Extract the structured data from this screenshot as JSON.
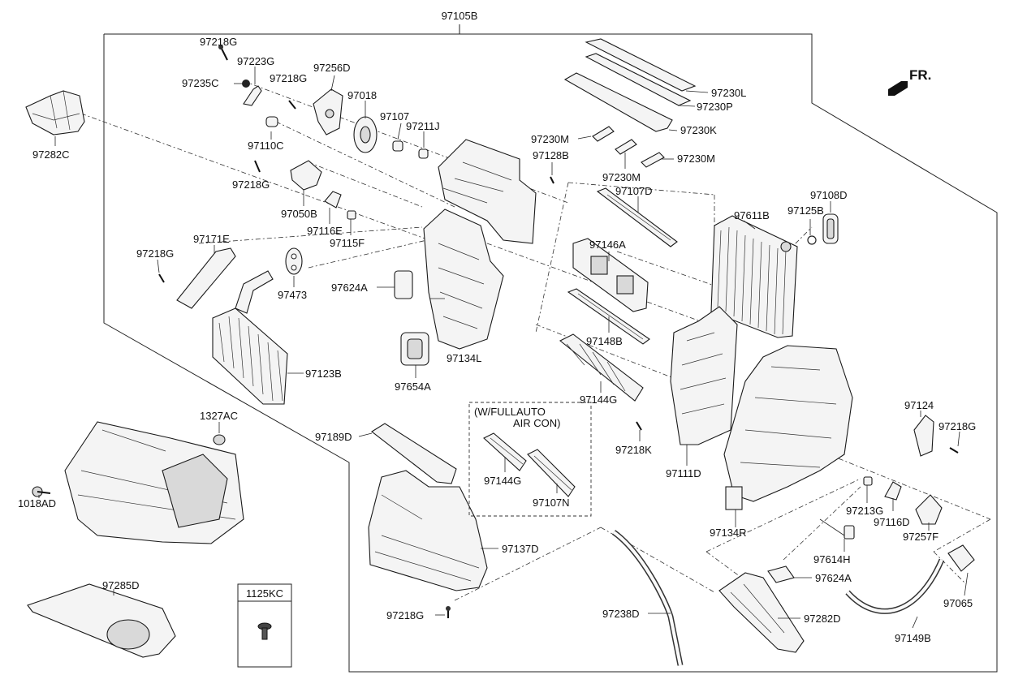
{
  "diagram": {
    "assembly_label": "97105B",
    "fr_label": "FR.",
    "option_box": {
      "line1": "(W/FULLAUTO",
      "line2": "AIR CON)"
    },
    "kc_box": {
      "title": "1125KC"
    },
    "parts": {
      "p97218G_a": "97218G",
      "p97223G": "97223G",
      "p97235C": "97235C",
      "p97218G_b": "97218G",
      "p97256D": "97256D",
      "p97018": "97018",
      "p97107": "97107",
      "p97211J": "97211J",
      "p97110C": "97110C",
      "p97282C": "97282C",
      "p97218G_c": "97218G",
      "p97050B": "97050B",
      "p97116E": "97116E",
      "p97115F": "97115F",
      "p97230L": "97230L",
      "p97230P": "97230P",
      "p97230K": "97230K",
      "p97230M_a": "97230M",
      "p97230M_b": "97230M",
      "p97230M_c": "97230M",
      "p97128B": "97128B",
      "p97107D": "97107D",
      "p97108D": "97108D",
      "p97611B": "97611B",
      "p97125B": "97125B",
      "p97218G_d": "97218G",
      "p97171E": "97171E",
      "p97473": "97473",
      "p97624A_a": "97624A",
      "p97146A": "97146A",
      "p97148B": "97148B",
      "p97134L": "97134L",
      "p97654A": "97654A",
      "p97123B": "97123B",
      "p97144G_a": "97144G",
      "p1327AC": "1327AC",
      "p97189D": "97189D",
      "p97144G_b": "97144G",
      "p97107N": "97107N",
      "p97218K": "97218K",
      "p97111D": "97111D",
      "p97124": "97124",
      "p97218G_e": "97218G",
      "p1018AD": "1018AD",
      "p97137D": "97137D",
      "p97213G": "97213G",
      "p97116D": "97116D",
      "p97257F": "97257F",
      "p97134R": "97134R",
      "p97614H": "97614H",
      "p97285D": "97285D",
      "p97218G_f": "97218G",
      "p97624A_b": "97624A",
      "p97238D": "97238D",
      "p97282D": "97282D",
      "p97149B": "97149B",
      "p97065": "97065"
    }
  }
}
